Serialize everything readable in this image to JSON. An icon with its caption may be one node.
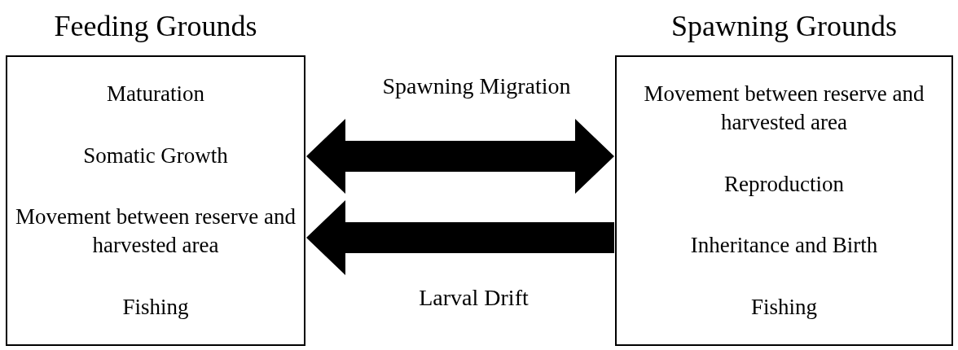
{
  "diagram": {
    "nodes": [
      {
        "text": [
          "Feeding Grounds",
          "Maturation",
          "Somatic Growth",
          "Movement between reserve and harvested area",
          "Fishing"
        ]
      },
      {
        "text": [
          "Spawning Grounds",
          "Movement between reserve and harvested area",
          "Reproduction",
          "Inheritance and Birth",
          "Fishing"
        ]
      }
    ],
    "edges": [
      {
        "from": 0,
        "to": 1,
        "arrow": "both",
        "label": "Spawning Migration",
        "style": "thick"
      },
      {
        "from": 1,
        "to": 0,
        "arrow": "to",
        "label": "Larval Drift",
        "style": "thick"
      }
    ]
  }
}
